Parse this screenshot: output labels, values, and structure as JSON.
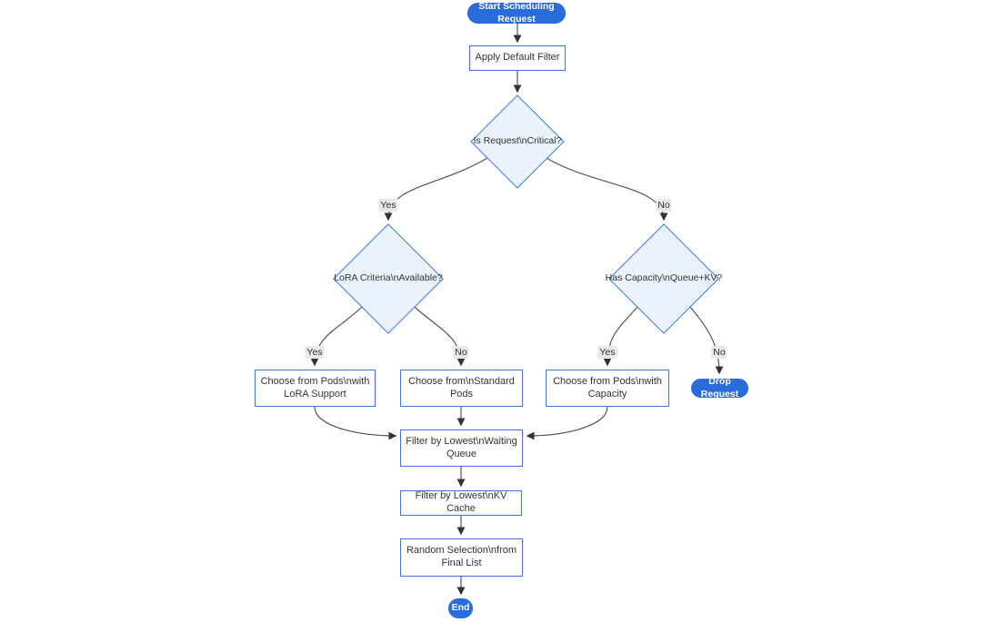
{
  "diagram_type": "flowchart",
  "colors": {
    "accent_blue": "#2a6cd9",
    "node_border": "#3b76d8",
    "decision_fill": "#eaf2fb",
    "edge_line": "#555555",
    "arrowhead": "#333333",
    "edge_label_bg": "#e8e8e8",
    "node_text": "#333333",
    "pill_text": "#ffffff"
  },
  "nodes": {
    "start": {
      "shape": "pill",
      "label": "Start Scheduling Request"
    },
    "apply_default_filter": {
      "shape": "rect",
      "label": "Apply Default Filter"
    },
    "is_request_critical": {
      "shape": "diamond",
      "label": "Is Request\\nCritical?"
    },
    "lora_criteria_available": {
      "shape": "diamond",
      "label": "LoRA Criteria\\nAvailable?"
    },
    "has_capacity_queue_kv": {
      "shape": "diamond",
      "label": "Has Capacity\\nQueue+KV?"
    },
    "choose_pods_lora": {
      "shape": "rect",
      "label": [
        "Choose from Pods\\nwith",
        "LoRA Support"
      ]
    },
    "choose_standard_pods": {
      "shape": "rect",
      "label": [
        "Choose from\\nStandard",
        "Pods"
      ]
    },
    "choose_pods_capacity": {
      "shape": "rect",
      "label": [
        "Choose from Pods\\nwith",
        "Capacity"
      ]
    },
    "drop_request": {
      "shape": "pill",
      "label": "Drop Request"
    },
    "filter_waiting_queue": {
      "shape": "rect",
      "label": [
        "Filter by Lowest\\nWaiting",
        "Queue"
      ]
    },
    "filter_kv_cache": {
      "shape": "rect",
      "label": "Filter by Lowest\\nKV Cache"
    },
    "random_selection": {
      "shape": "rect",
      "label": [
        "Random Selection\\nfrom",
        "Final List"
      ]
    },
    "end": {
      "shape": "pill",
      "label": "End"
    }
  },
  "edge_labels": {
    "critical_yes": "Yes",
    "critical_no": "No",
    "lora_yes": "Yes",
    "lora_no": "No",
    "capacity_yes": "Yes",
    "capacity_no": "No"
  }
}
